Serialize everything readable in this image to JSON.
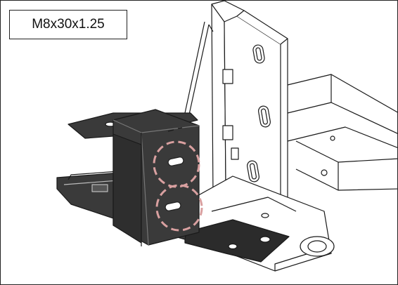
{
  "callout": {
    "bolt_spec": "M8x30x1.25"
  },
  "colors": {
    "line": "#1a1a1a",
    "bracket_fill": "#3a3a3a",
    "plate_fill": "#2b2b2b",
    "highlight": "#d9a0a0"
  },
  "highlights": [
    {
      "name": "upper-bolt-hole",
      "count": 1
    },
    {
      "name": "lower-bolt-hole",
      "count": 1
    }
  ]
}
